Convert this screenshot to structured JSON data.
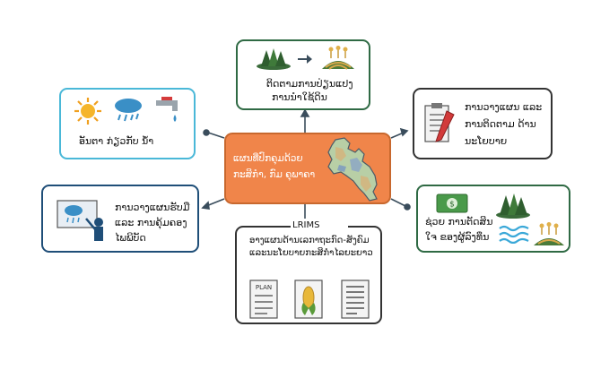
{
  "center": {
    "line1": "ແຜນທີ່ປົກຄຸມດ້ວຍ",
    "line2": "ກະສິກຳ, ກົມ ຄຸພາຄາ",
    "fill": "#f0854a",
    "border": "#c8682e"
  },
  "top": {
    "line1": "ຕິດຕາມການປ່ຽນແປງ",
    "line2": "ການນຳໃຊ້ດິນ"
  },
  "top_left": {
    "line1": "ອັນຕາ ກ່ຽວກັບ ນ້ຳ"
  },
  "top_right": {
    "line1": "ການວາງແຜນ ແລະ",
    "line2": "ການຕິດຕາມ ດ້ານ",
    "line3": "ນະໂຍບາຍ"
  },
  "mid_left": {
    "line1": "ການວາງແຜນຮັບມື",
    "line2": "ແລະ  ການຄຸ້ມຄອງ",
    "line3": "ໄພພິບັດ"
  },
  "mid_right": {
    "line1": "ຊ່ວຍ ການຕັດສິນ",
    "line2": "ໃຈ ຂອງຜູ້ລົງທຶນ"
  },
  "bottom": {
    "title": "LRIMS",
    "line1": "ອາງແຜນດ້ານເລກາຖະກົດ-ສັງຄົມ",
    "line2": "ແລະນະໂຍບາຍກະສິກຳໄລຍະຍາວ",
    "plan_label": "PLAN"
  },
  "colors": {
    "green_border": "#2f6a44",
    "blue_border": "#4ab8d8",
    "navy_border": "#1f4e78",
    "connector": "#3a4d5c"
  }
}
